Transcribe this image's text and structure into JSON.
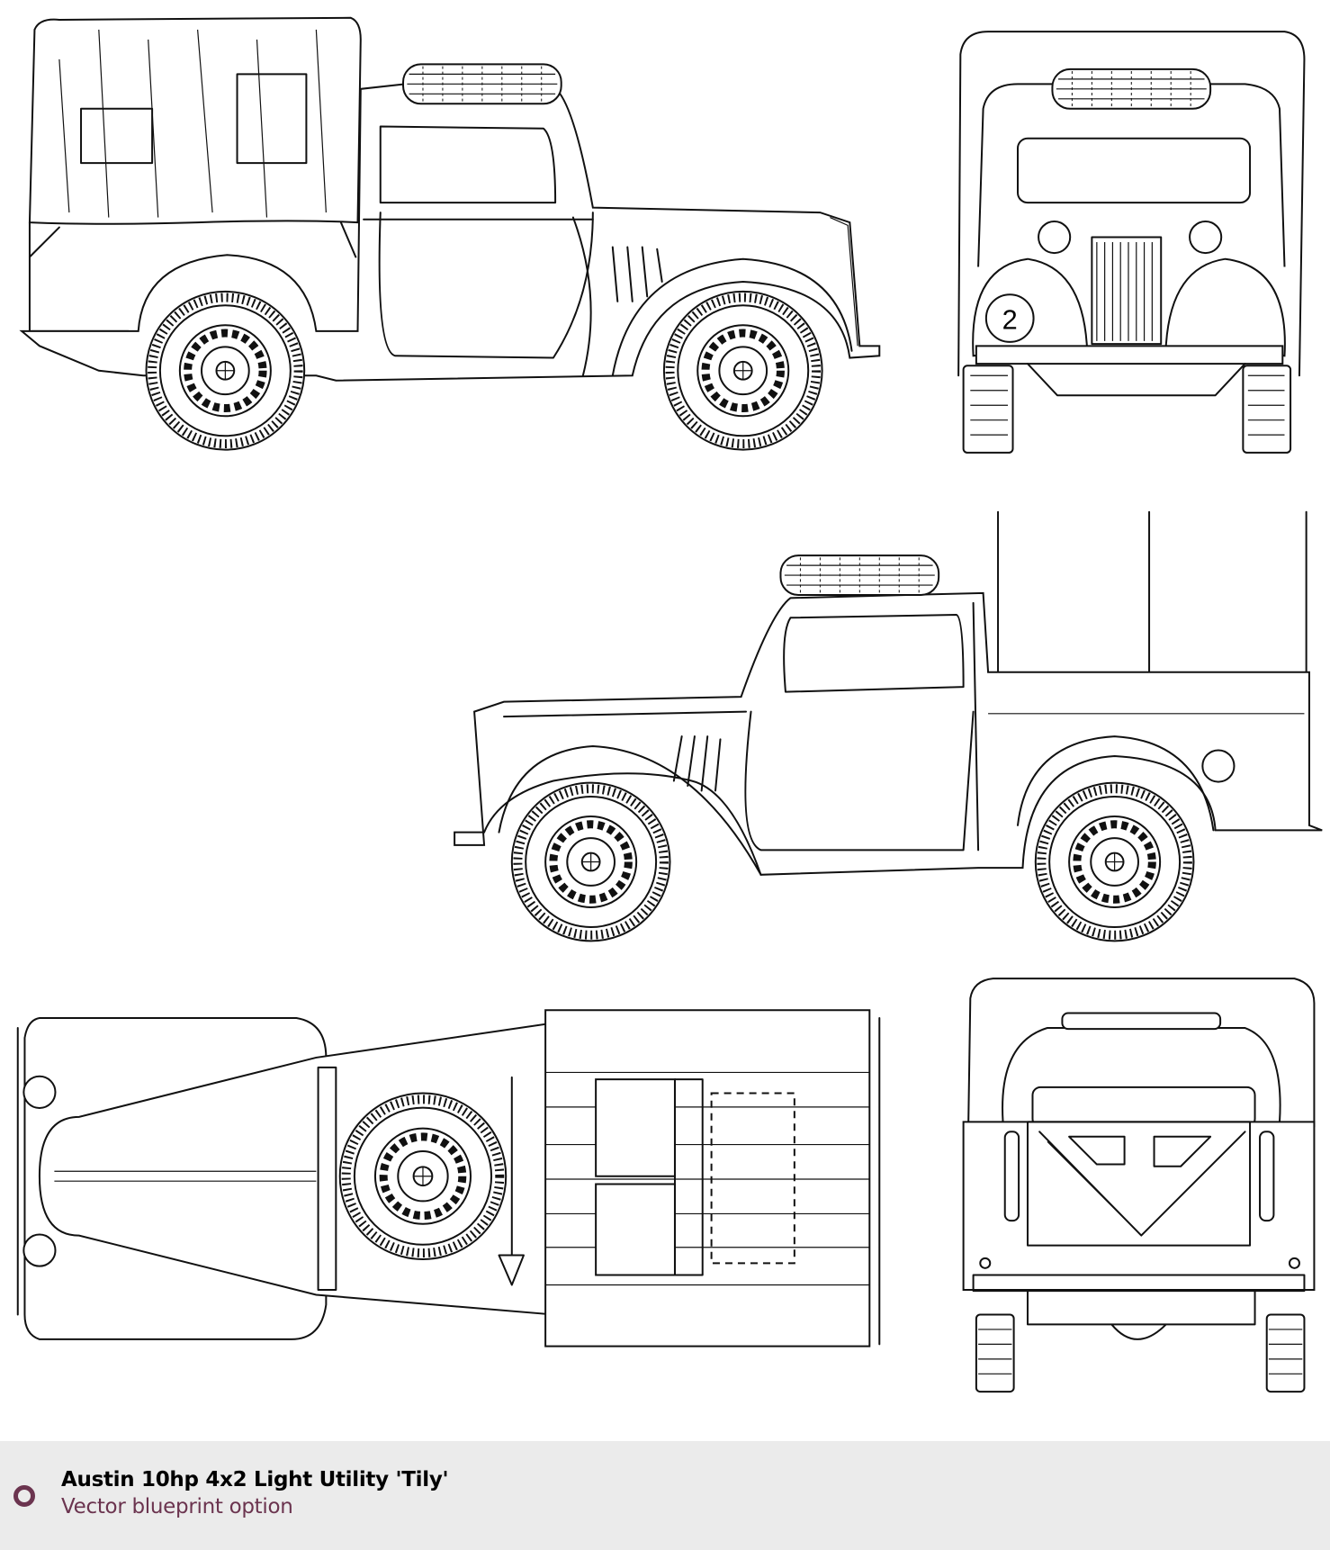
{
  "blueprint": {
    "views": [
      "side-view-canopy",
      "front-view",
      "side-view-open",
      "top-view",
      "rear-view"
    ],
    "front_plate_number": "2"
  },
  "footer": {
    "title": "Austin 10hp 4x2 Light Utility 'Tily'",
    "subtitle": "Vector blueprint option",
    "accent_color": "#6b344f",
    "icon": "ring-bullet-icon"
  }
}
